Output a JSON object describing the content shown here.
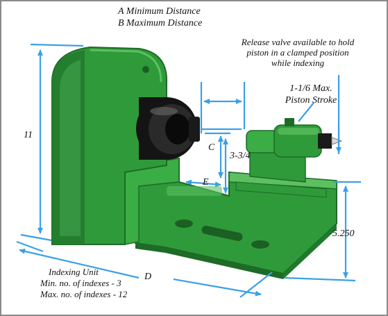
{
  "labels": {
    "a_min": "A Minimum Distance",
    "b_max": "B Maximum Distance",
    "release_1": "Release valve available to hold",
    "release_2": "piston in a clamped position",
    "release_3": "while indexing",
    "stroke_1": "1-1/6 Max.",
    "stroke_2": "Piston Stroke",
    "dim_11": "11",
    "dim_c": "C",
    "dim_34": "3-3/4",
    "dim_e": "E",
    "dim_5250": "5.250",
    "dim_d": "D",
    "unit_1": "Indexing Unit",
    "unit_2": "Min. no. of indexes - 3",
    "unit_3": "Max. no. of indexes - 12"
  },
  "colors": {
    "machine_green": "#2f9a3a",
    "machine_dark": "#1d6b27",
    "machine_light": "#5cc061",
    "chuck_black": "#1a1a1a",
    "dimension_blue": "#3aa0e6"
  }
}
